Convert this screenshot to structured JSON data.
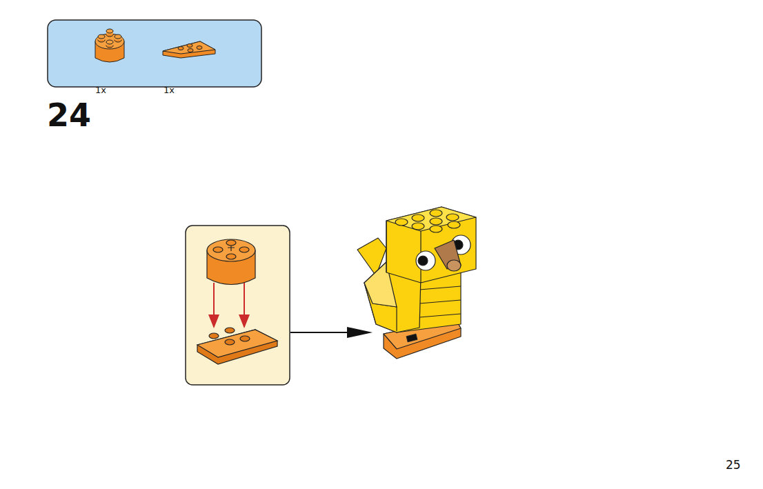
{
  "diagram": {
    "nodes": [
      {
        "text": [
          "1x",
          "1x"
        ]
      }
    ],
    "labels": [
      "24",
      "25"
    ]
  }
}
